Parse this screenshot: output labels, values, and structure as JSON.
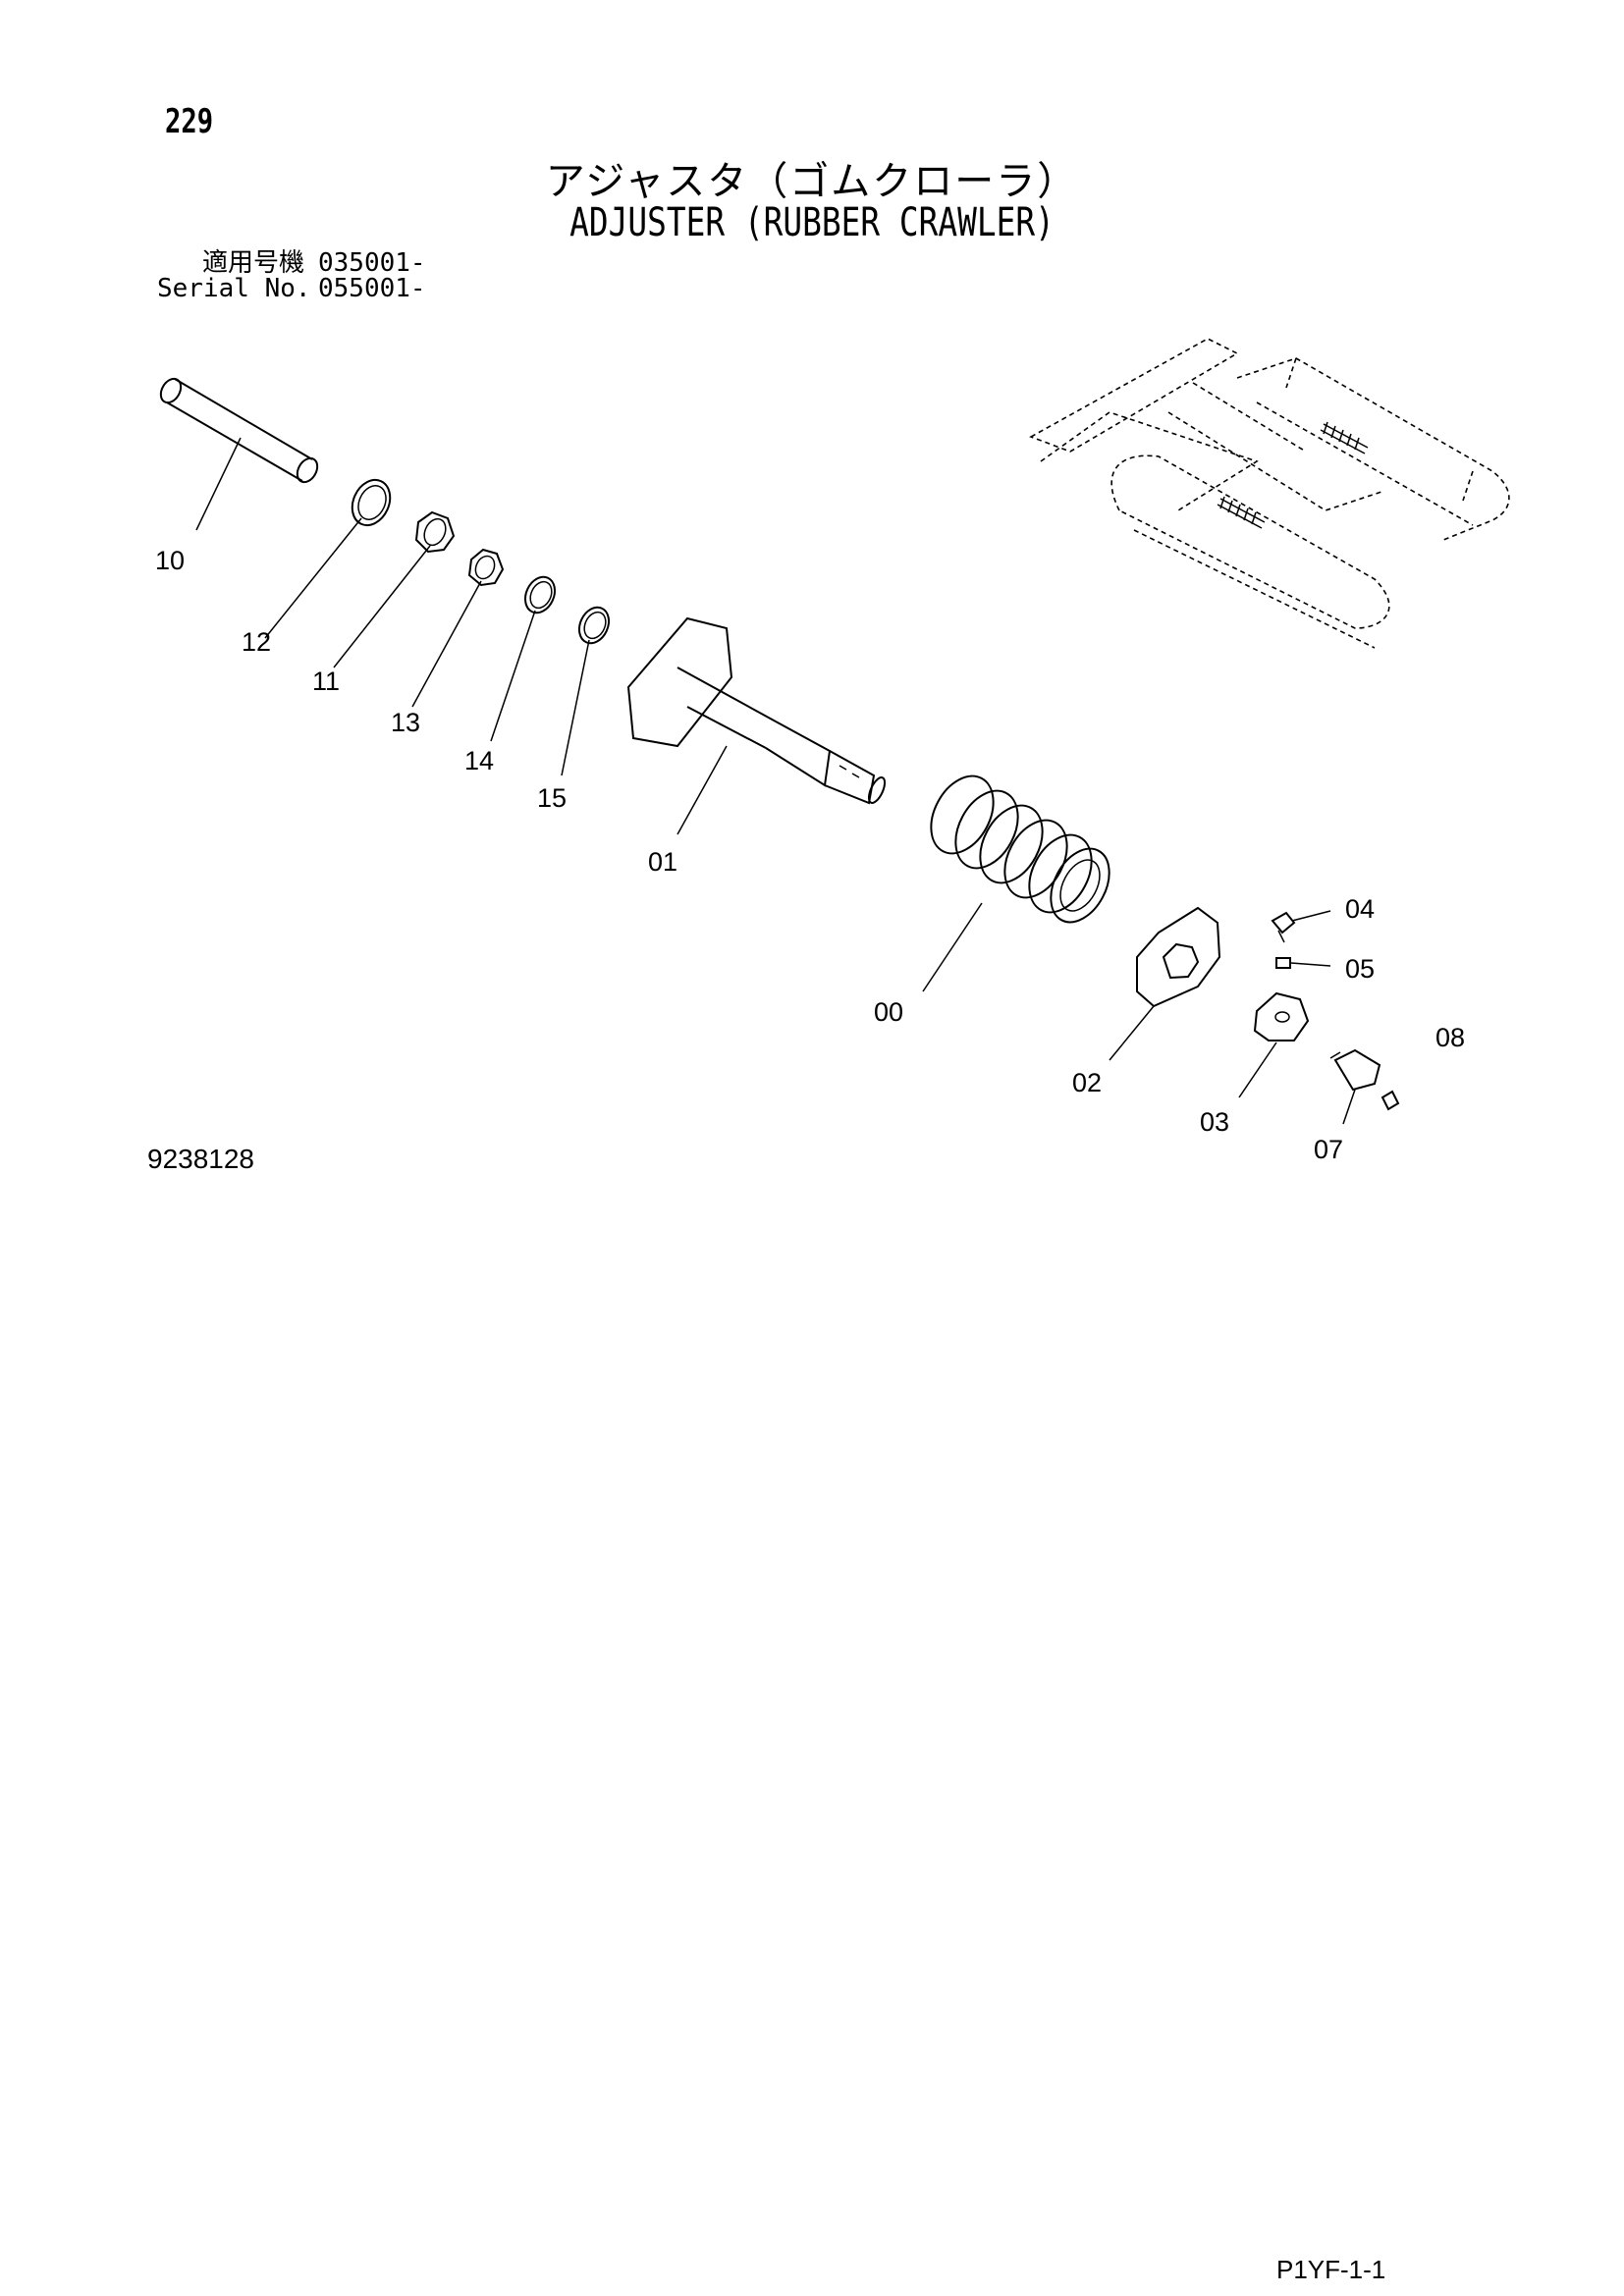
{
  "page_number": "229",
  "title_jp": "アジャスタ（ゴムクローラ）",
  "title_en": "ADJUSTER (RUBBER CRAWLER)",
  "serial": {
    "applicable_label": "適用号機",
    "applicable_value": "035001-",
    "serial_label": "Serial No.",
    "serial_value": "055001-"
  },
  "callouts": {
    "p10": "10",
    "p12": "12",
    "p11": "11",
    "p13": "13",
    "p14": "14",
    "p15": "15",
    "p01": "01",
    "p00": "00",
    "p04": "04",
    "p05": "05",
    "p02": "02",
    "p03": "03",
    "p07": "07",
    "p08": "08"
  },
  "drawing_number": "9238128",
  "page_code": "P1YF-1-1"
}
